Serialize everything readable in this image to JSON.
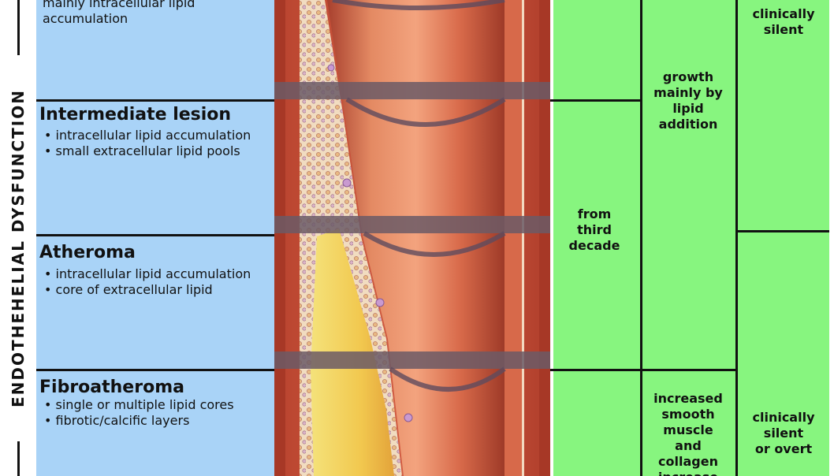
{
  "side_label": "ENDOTHEHELIAL DYSFUNCTION",
  "stages": [
    {
      "title": "",
      "bullets": [
        "mainly intracellular lipid",
        "accumulation"
      ]
    },
    {
      "title": "Intermediate lesion",
      "bullets": [
        "• intracellular lipid accumulation",
        "• small extracellular lipid pools"
      ]
    },
    {
      "title": "Atheroma",
      "bullets": [
        "• intracellular lipid accumulation",
        "• core of extracellular lipid"
      ]
    },
    {
      "title": "Fibroatheroma",
      "bullets": [
        "• single or multiple lipid cores",
        "• fibrotic/calcific layers"
      ]
    }
  ],
  "onset": {
    "label": "from\nthird\ndecade"
  },
  "growth": {
    "top": "growth\nmainly by\nlipid\naddition",
    "bottom": "increased\nsmooth\nmuscle\nand\ncollagen\nincrease"
  },
  "clinical": {
    "top": "clinically\nsilent",
    "bottom": "clinically\nsilent\nor overt"
  },
  "colors": {
    "blue_panel": "#a9d3f7",
    "green_panel": "#87f57f",
    "artery_wall": "#c9553d",
    "lumen": "#e07a55",
    "lipid": "#f5d870"
  }
}
